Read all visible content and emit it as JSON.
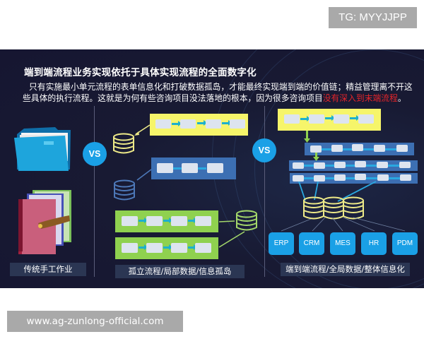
{
  "watermarks": {
    "tg": "TG: MYYJJPP",
    "url": "www.ag-zunlong-official.com"
  },
  "slide": {
    "title": "端到端流程业务实现依托于具体实现流程的全面数字化",
    "description": {
      "line1": "只有实施最小单元流程的表单信息化和打破数据孤岛，才能最终实现端到端的价值链；精益管理离不开这",
      "line2_prefix": "些具体的执行流程。这就是为何有些咨询项目没法落地的根本，因为很多咨询项目",
      "line2_highlight": "没有深入到末端流程",
      "line2_suffix": "。"
    },
    "vs_label": "VS",
    "panels": [
      {
        "id": "traditional",
        "caption": "传统手工作业",
        "icons": [
          "folder-icon",
          "binder-books-icon"
        ]
      },
      {
        "id": "isolated",
        "caption": "孤立流程/局部数据/信息孤岛",
        "flows": [
          {
            "color": "yellow",
            "nodes": 4,
            "connector": "arrow"
          },
          {
            "color": "blue",
            "nodes": 3,
            "connector": "line"
          },
          {
            "color": "green",
            "nodes": 4,
            "connector": "arrow"
          },
          {
            "color": "green",
            "nodes": 4,
            "connector": "arrow"
          }
        ]
      },
      {
        "id": "end-to-end",
        "caption": "端到端流程/全局数据/整体信息化",
        "flows": [
          {
            "color": "yellow",
            "nodes": 4,
            "connector": "arrow"
          },
          {
            "color": "blue",
            "nodes": 5,
            "connector": "line"
          },
          {
            "color": "blue",
            "nodes": 6,
            "connector": "line"
          },
          {
            "color": "blue",
            "nodes": 6,
            "connector": "line"
          }
        ],
        "systems": [
          "ERP",
          "CRM",
          "MES",
          "HR",
          "PDM"
        ]
      }
    ],
    "colors": {
      "background": "#181a33",
      "accent_blue": "#1aa0e6",
      "yellow": "#f6f56a",
      "green": "#8fd14f",
      "flow_blue": "#3c6fb3",
      "highlight_red": "#e5252a"
    }
  }
}
